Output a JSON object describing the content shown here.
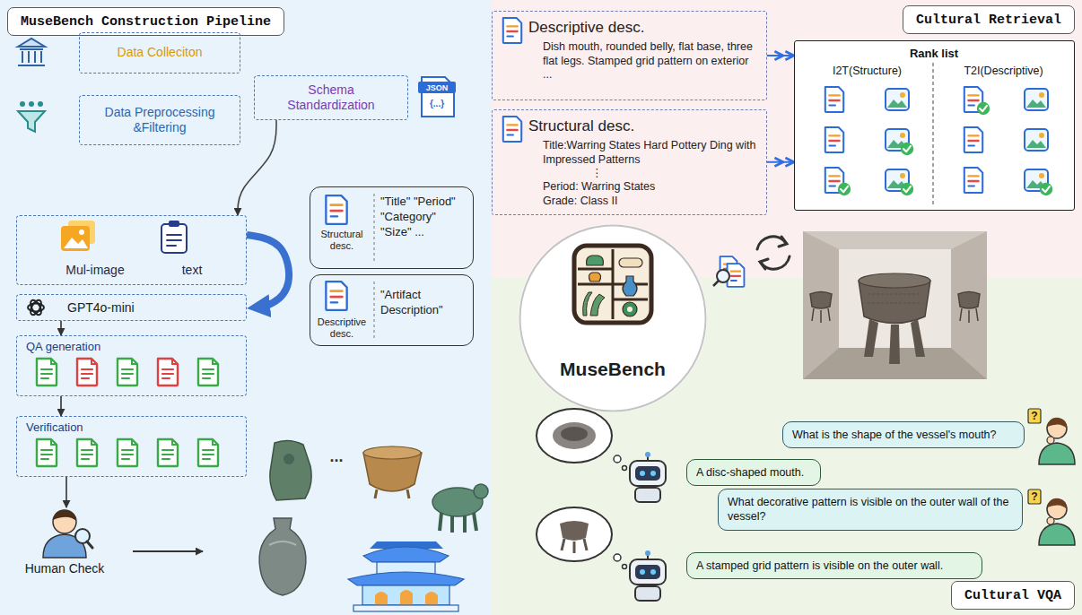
{
  "diagram": {
    "nodes": [
      {
        "text": [
          "MuseBench Construction Pipeline"
        ]
      },
      {
        "text": [
          "Data Colleciton"
        ]
      },
      {
        "text": [
          "Schema Standardization"
        ]
      },
      {
        "text": [
          "Data Preprocessing &Filtering"
        ]
      },
      {
        "text": [
          "Mul-image",
          "text"
        ]
      },
      {
        "text": [
          "Structural desc.",
          "\"Title\" \"Period\" \"Category\" \"Size\" ..."
        ]
      },
      {
        "text": [
          "Descriptive desc.",
          "\"Artifact Description\""
        ]
      },
      {
        "text": [
          "GPT4o-mini"
        ]
      },
      {
        "text": [
          "QA generation"
        ]
      },
      {
        "text": [
          "Verification"
        ]
      },
      {
        "text": [
          "Human Check"
        ]
      },
      {
        "text": [
          "Descriptive desc.",
          "Dish mouth, rounded belly, flat base, three flat legs. Stamped grid pattern on exterior ..."
        ]
      },
      {
        "text": [
          "Structural desc.",
          "Title:Warring States Hard Pottery Ding with Impressed Patterns",
          "⋮",
          "Period: Warring States",
          "Grade: Class II"
        ]
      },
      {
        "text": [
          "Cultural Retrieval"
        ]
      },
      {
        "text": [
          "Rank list",
          "I2T(Structure)",
          "T2I(Descriptive)"
        ]
      },
      {
        "text": [
          "MuseBench"
        ]
      },
      {
        "text": [
          "What is the shape of the vessel's mouth?"
        ]
      },
      {
        "text": [
          "A disc-shaped mouth."
        ]
      },
      {
        "text": [
          "What decorative pattern is visible on the outer wall of the vessel?"
        ]
      },
      {
        "text": [
          "A stamped grid pattern is visible on the outer wall."
        ]
      },
      {
        "text": [
          "Cultural VQA"
        ]
      }
    ],
    "edges": [
      {
        "from": 2,
        "to": 4,
        "arrow": "to"
      },
      {
        "from": 4,
        "to": 7,
        "arrow": "to"
      },
      {
        "from": 7,
        "to": 8,
        "arrow": "to"
      },
      {
        "from": 8,
        "to": 9,
        "arrow": "to"
      },
      {
        "from": 9,
        "to": 10,
        "arrow": "to"
      },
      {
        "from": 11,
        "to": 14,
        "arrow": "to"
      },
      {
        "from": 12,
        "to": 14,
        "arrow": "to"
      }
    ],
    "labels": [
      "JSON",
      "{...}",
      "...",
      "?",
      "?"
    ]
  }
}
